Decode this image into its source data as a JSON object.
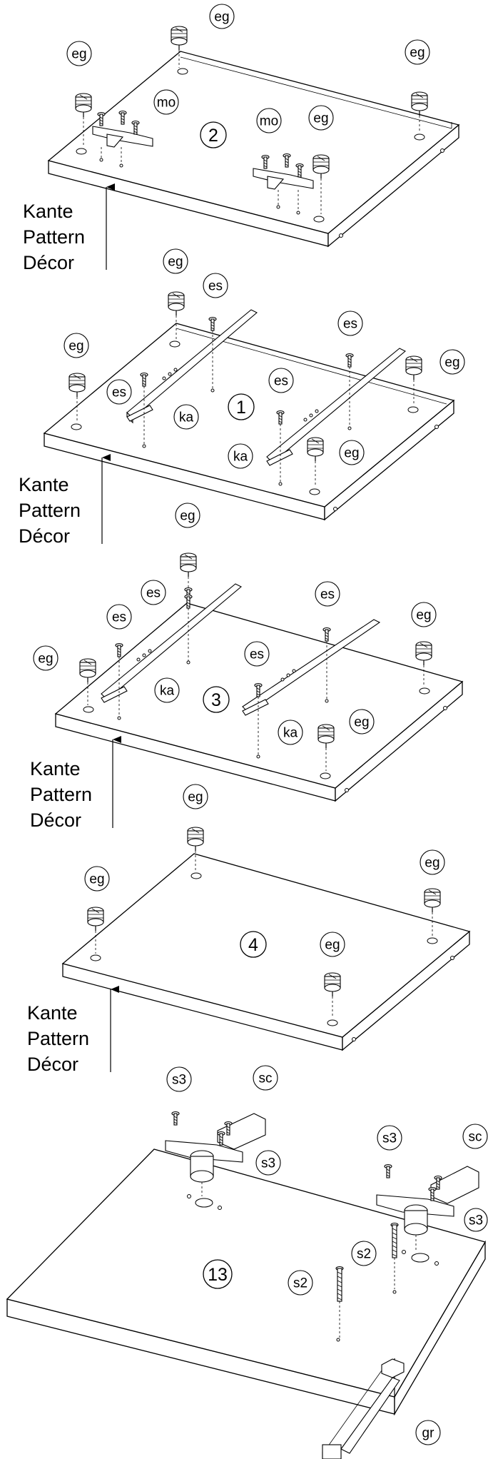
{
  "edge_label": {
    "line1": "Kante",
    "line2": "Pattern",
    "line3": "Décor"
  },
  "parts": {
    "p2": "2",
    "p1": "1",
    "p3": "3",
    "p4": "4",
    "p13": "13"
  },
  "hardware_codes": {
    "eg": "eg",
    "mo": "mo",
    "es": "es",
    "ka": "ka",
    "s3": "s3",
    "sc": "sc",
    "s2": "s2",
    "gr": "gr"
  }
}
